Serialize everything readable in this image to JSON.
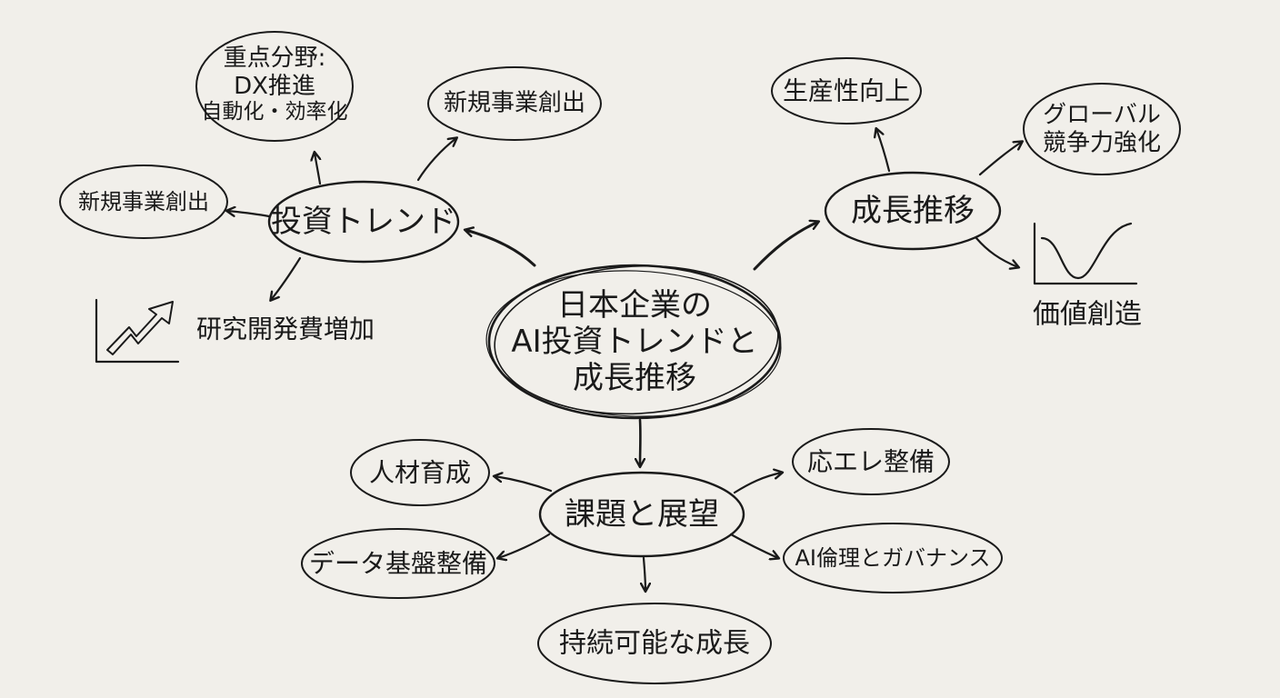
{
  "center": {
    "line1": "日本企業の",
    "line2": "AI投資トレンドと",
    "line3": "成長推移"
  },
  "investment": {
    "title": "投資トレンド",
    "focus": {
      "line1": "重点分野:",
      "line2": "DX推進",
      "line3": "自動化・効率化"
    },
    "new_business_right": "新規事業創出",
    "new_business_left": "新規事業創出",
    "rd": "研究開発費増加"
  },
  "growth": {
    "title": "成長推移",
    "productivity": "生産性向上",
    "global": {
      "line1": "グローバル",
      "line2": "競争力強化"
    },
    "value": "価値創造"
  },
  "issues": {
    "title": "課題と展望",
    "talent": "人材育成",
    "data": "データ基盤整備",
    "sustainable": "持続可能な成長",
    "ethics": "AI倫理とガバナンス",
    "infra": "応エレ整備"
  }
}
